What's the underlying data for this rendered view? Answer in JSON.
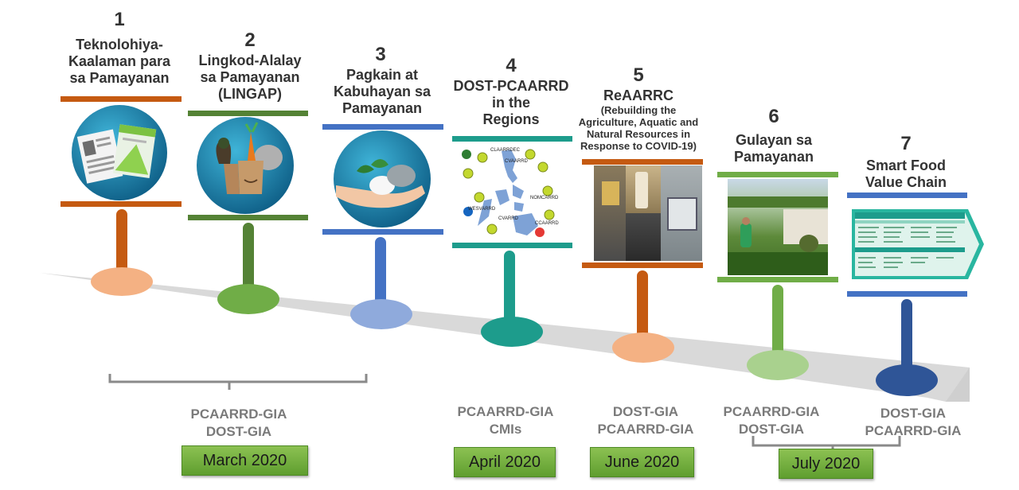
{
  "items": [
    {
      "number": "1",
      "title": [
        "Teknolohiya-",
        "Kaalaman para",
        "sa Pamayanan"
      ],
      "color": "#c55a11"
    },
    {
      "number": "2",
      "title": [
        "Lingkod-Alalay",
        "sa Pamayanan",
        "(LINGAP)"
      ],
      "color": "#548235"
    },
    {
      "number": "3",
      "title": [
        "Pagkain at",
        "Kabuhayan sa",
        "Pamayanan"
      ],
      "color": "#4472c4"
    },
    {
      "number": "4",
      "title": [
        "DOST-PCAARRD",
        "in the",
        "Regions"
      ],
      "color": "#1d9c8c"
    },
    {
      "number": "5",
      "title_main": "ReAARRC",
      "title_sub": [
        "(Rebuilding the",
        "Agriculture, Aquatic and",
        "Natural Resources in",
        "Response to COVID-19)"
      ],
      "color": "#c55a11"
    },
    {
      "number": "6",
      "title": [
        "Gulayan sa",
        "Pamayanan"
      ],
      "color": "#70ad47"
    },
    {
      "number": "7",
      "title": [
        "Smart Food",
        "Value Chain"
      ],
      "color": "#2f5597"
    }
  ],
  "funding": {
    "group_1_3": [
      "PCAARRD-GIA",
      "DOST-GIA"
    ],
    "item_4": [
      "PCAARRD-GIA",
      "CMIs"
    ],
    "item_5": [
      "DOST-GIA",
      "PCAARRD-GIA"
    ],
    "item_6": [
      "PCAARRD-GIA",
      "DOST-GIA"
    ],
    "item_7": [
      "DOST-GIA",
      "PCAARRD-GIA"
    ]
  },
  "dates": {
    "march": "March 2020",
    "april": "April 2020",
    "june": "June 2020",
    "july": "July 2020"
  },
  "map_labels": [
    "CVAARRD",
    "NOMCARRD",
    "WESVARRD",
    "CLAARRDEC",
    "CCAARRD",
    "CVARRD"
  ]
}
